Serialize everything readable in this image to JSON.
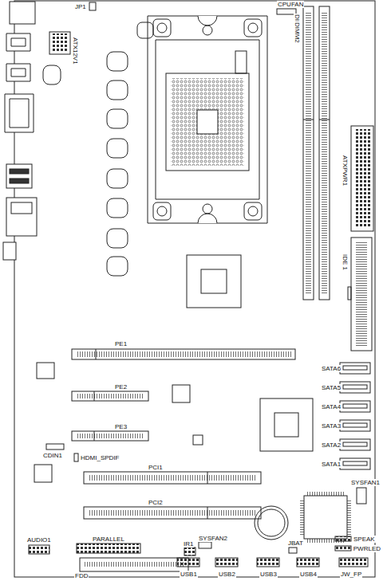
{
  "diagram": {
    "labels": [
      "JP1",
      "CPUFAN",
      "ATX12V1",
      "DIMM1",
      "DIMM2",
      "ATXPWR1",
      "IDE 1",
      "PE1",
      "PE2",
      "PE3",
      "SATA6",
      "SATA5",
      "SATA4",
      "SATA3",
      "SATA2",
      "SATA1",
      "CDIN1",
      "HDMI_SPDIF",
      "PCI1",
      "PCI2",
      "SYSFAN1",
      "AUDIO1",
      "PARALLEL",
      "IR1",
      "SYSFAN2",
      "JBAT",
      "SPEAK",
      "PWRLED",
      "FDD",
      "USB1",
      "USB2",
      "USB3",
      "USB4",
      "JW_FP"
    ]
  }
}
